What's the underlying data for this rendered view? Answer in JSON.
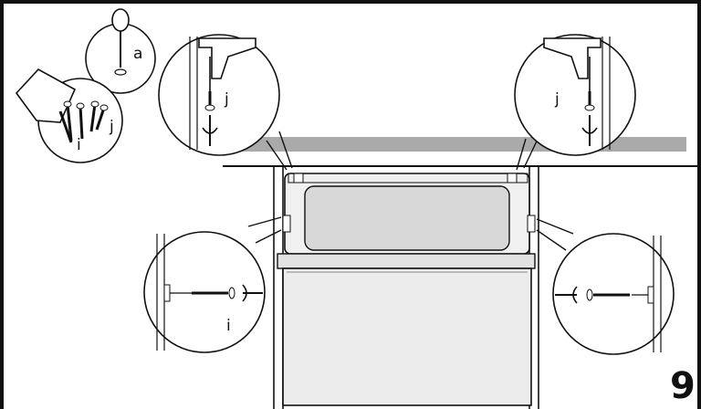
{
  "diagram": {
    "labels": {
      "screwdriver": "a",
      "bag_screws": "i",
      "bag_screws_j": "j",
      "top_left_j": "j",
      "top_right_j": "j",
      "side_left_i": "i"
    },
    "step_number": "9",
    "colors": {
      "line": "#111111",
      "door": "#e6e6e6",
      "window": "#d4d4d4",
      "counter": "#999999"
    }
  }
}
